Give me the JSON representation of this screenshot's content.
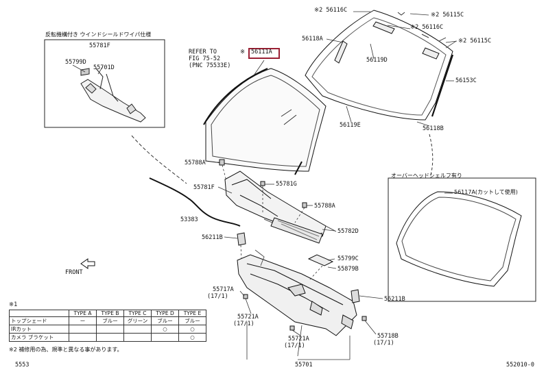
{
  "labels": {
    "l56116c_a": "※2 56116C",
    "l56115c_a": "※2 56115C",
    "l56116c_b": "※2 56116C",
    "l56115c_b": "※2 56115C",
    "l56118a": "56118A",
    "l56119d": "56119D",
    "l56153c": "56153C",
    "l56119e": "56119E",
    "l56118b": "56118B",
    "l56111a_mark": "※",
    "l56111a": "56111A",
    "refer1": "REFER TO",
    "refer2": "FIG 75-52",
    "refer3": "(PNC 75533E)",
    "inset1_title": "反転機構付き ウインドシールドワイパ仕様",
    "l55781f_a": "55781F",
    "l55799d": "55799D",
    "l55701d": "55701D",
    "l55788a_a": "55788A",
    "l55781g": "55781G",
    "l55781f_b": "55781F",
    "l55788a_b": "55788A",
    "l53383": "53383",
    "l55782d": "55782D",
    "l56211b_a": "56211B",
    "l55799c": "55799C",
    "l55879b": "55879B",
    "front": "FRONT",
    "l55717a": "55717A",
    "l55717a_sub": "(17/1)",
    "l55721a_a": "55721A",
    "l55721a_a_sub": "(17/1)",
    "l55721a_b": "55721A",
    "l55721a_b_sub": "(17/1)",
    "l55718b": "55718B",
    "l55718b_sub": "(17/1)",
    "l56211b_b": "56211B",
    "l55701": "55701",
    "inset2_title": "オーバーヘッドシェルフ有り",
    "l56117a": "56117A(カットして使用)",
    "note_mark": "※1",
    "footnote": "※2 補修用の為、規準と異なる事があります。",
    "page_left": "5553",
    "page_right": "552010-0"
  },
  "type_table": {
    "headers": [
      "",
      "TYPE A",
      "TYPE B",
      "TYPE C",
      "TYPE D",
      "TYPE E"
    ],
    "rows": [
      [
        "トップシェード",
        "ー",
        "ブルー",
        "グリーン",
        "ブルー",
        "ブルー"
      ],
      [
        "IRカット",
        "",
        "",
        "",
        "○",
        "○"
      ],
      [
        "カメラ ブラケット",
        "",
        "",
        "",
        "",
        "○"
      ]
    ]
  }
}
